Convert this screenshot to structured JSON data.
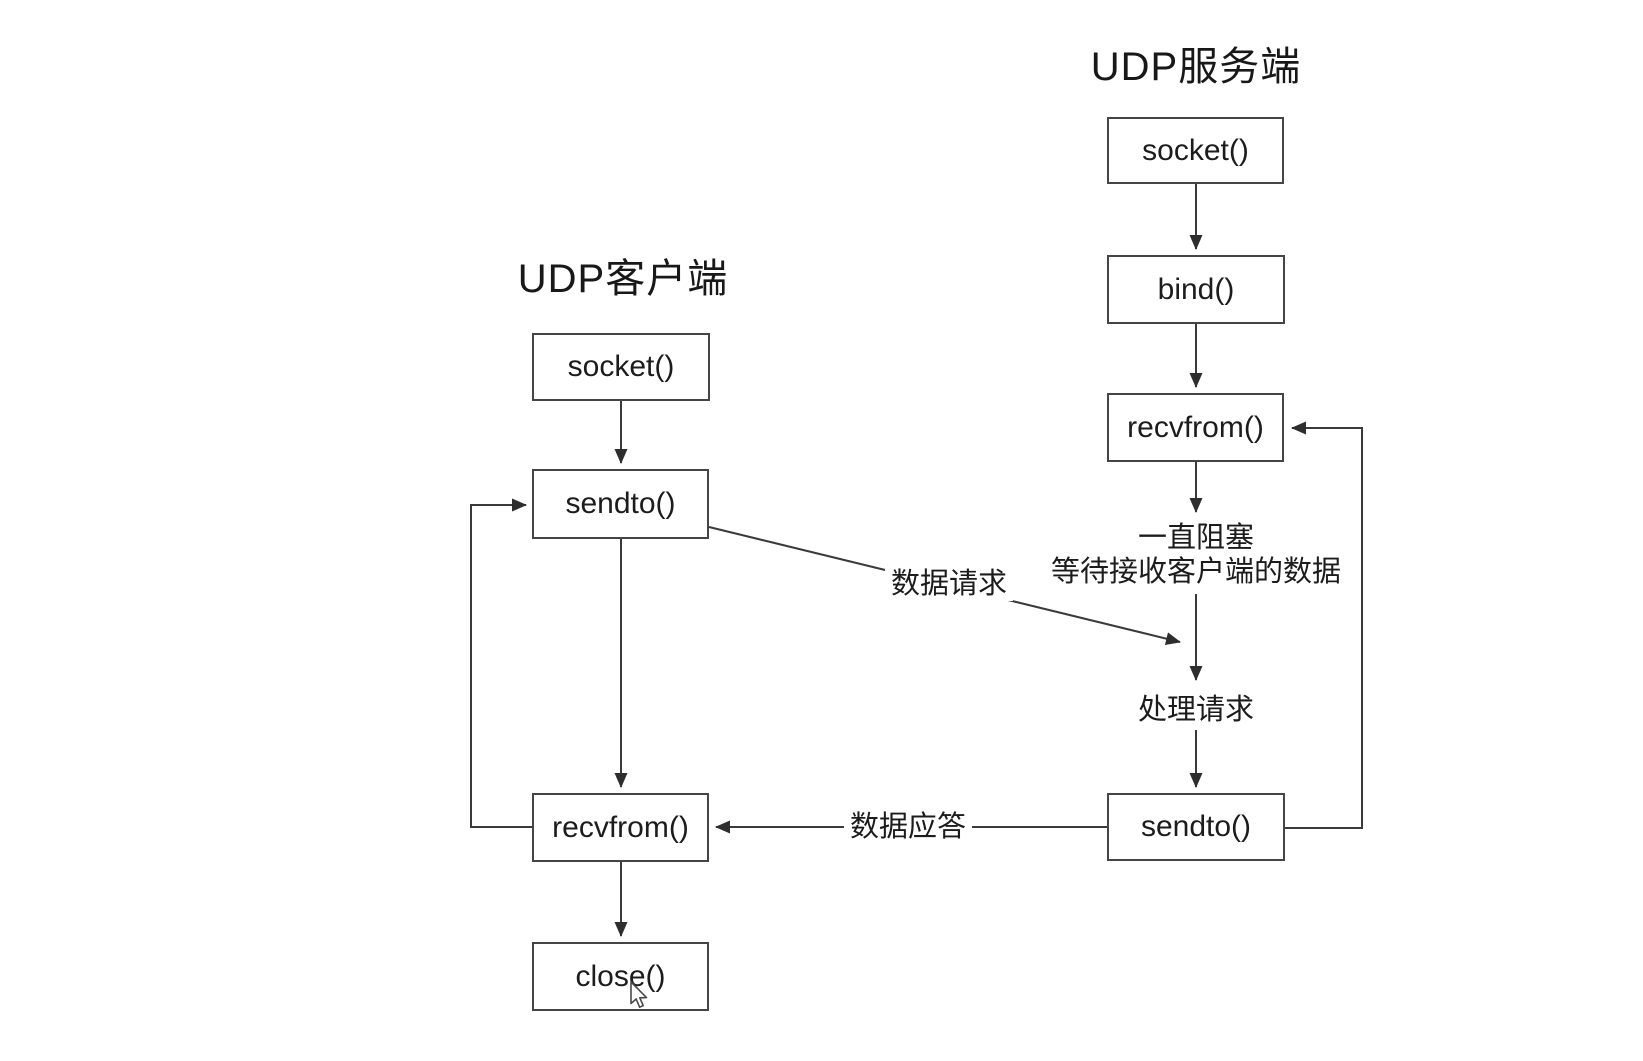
{
  "diagram": {
    "server": {
      "title": "UDP服务端",
      "boxes": [
        {
          "label": "socket()"
        },
        {
          "label": "bind()"
        },
        {
          "label": "recvfrom()"
        },
        {
          "label": "sendto()"
        }
      ]
    },
    "client": {
      "title": "UDP客户端",
      "boxes": [
        {
          "label": "socket()"
        },
        {
          "label": "sendto()"
        },
        {
          "label": "recvfrom()"
        },
        {
          "label": "close()"
        }
      ]
    },
    "annotations": {
      "blocking_line1": "一直阻塞",
      "blocking_line2": "等待接收客户端的数据",
      "process_request": "处理请求",
      "edge_request": "数据请求",
      "edge_reply": "数据应答"
    },
    "colors": {
      "line": "#3a3a3a",
      "box_border": "#454545",
      "text": "#1c1c1c",
      "background": "#ffffff"
    },
    "icons": {
      "mouse_cursor": "arrow-pointer"
    }
  }
}
